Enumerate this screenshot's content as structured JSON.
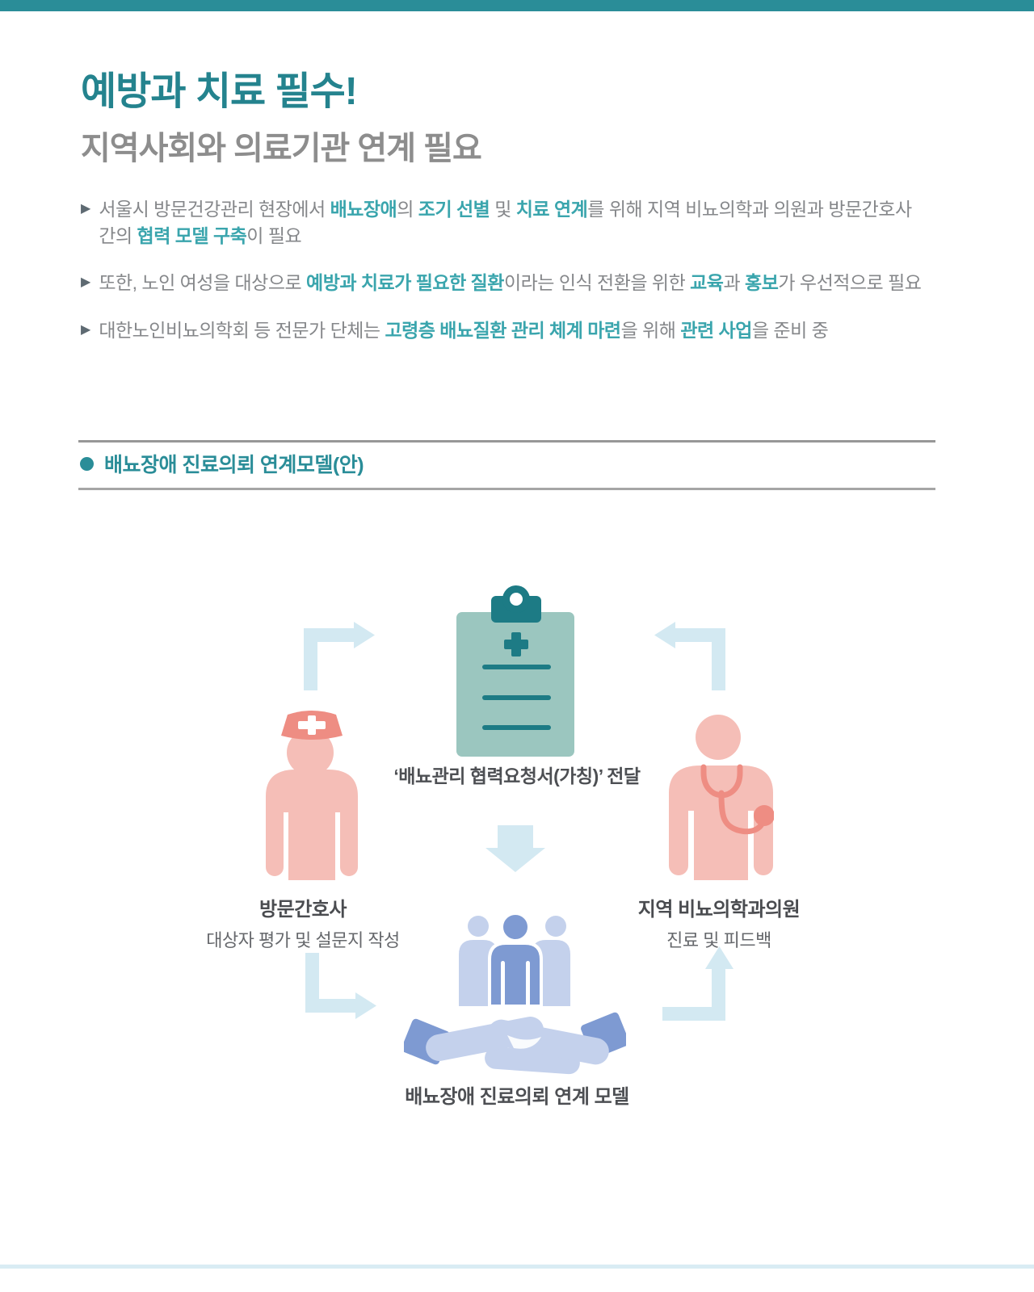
{
  "header": {
    "title": "예방과 치료 필수!",
    "subtitle": "지역사회와 의료기관 연계 필요"
  },
  "bullets": [
    {
      "segments": [
        {
          "text": "서울시 방문건강관리 현장에서 "
        },
        {
          "text": "배뇨장애",
          "em": true
        },
        {
          "text": "의 "
        },
        {
          "text": "조기 선별",
          "em": true
        },
        {
          "text": " 및 "
        },
        {
          "text": "치료 연계",
          "em": true
        },
        {
          "text": "를 위해 지역 비뇨의학과 의원과 방문간호사 간의 "
        },
        {
          "text": "협력 모델 구축",
          "em": true
        },
        {
          "text": "이 필요"
        }
      ]
    },
    {
      "segments": [
        {
          "text": "또한, 노인 여성을 대상으로 "
        },
        {
          "text": "예방과 치료가 필요한 질환",
          "em": true
        },
        {
          "text": "이라는 인식 전환을 위한 "
        },
        {
          "text": "교육",
          "em": true
        },
        {
          "text": "과 "
        },
        {
          "text": "홍보",
          "em": true
        },
        {
          "text": "가 우선적으로 필요"
        }
      ]
    },
    {
      "segments": [
        {
          "text": "대한노인비뇨의학회 등 전문가 단체는 "
        },
        {
          "text": "고령층 배뇨질환 관리 체계 마련",
          "em": true
        },
        {
          "text": "을 위해 "
        },
        {
          "text": "관련 사업",
          "em": true
        },
        {
          "text": "을 준비 중"
        }
      ]
    }
  ],
  "section": {
    "heading": "배뇨장애 진료의뢰 연계모델(안)"
  },
  "diagram": {
    "request_label": "‘배뇨관리 협력요청서(가칭)’ 전달",
    "nurse_title": "방문간호사",
    "nurse_desc": "대상자 평가 및 설문지 작성",
    "doctor_title": "지역 비뇨의학과의원",
    "doctor_desc": "진료 및 피드백",
    "model_label": "배뇨장애 진료의뢰 연계 모델",
    "icons": [
      "clipboard-icon",
      "nurse-icon",
      "doctor-icon",
      "people-group-icon",
      "handshake-icon",
      "arrow-right-icon",
      "arrow-left-icon",
      "arrow-down-icon",
      "arrow-up-icon"
    ]
  },
  "colors": {
    "accent_teal": "#2a8d98",
    "title_teal": "#24838e",
    "em_teal": "#3aa5ad",
    "subtitle_gray": "#8d8d8d",
    "body_gray": "#85878a",
    "label_dark": "#4a4c50",
    "clipboard_light": "#9bc6bf",
    "clipboard_dark": "#1d7b85",
    "figure_pink": "#f5beb7",
    "figure_pink_dark": "#ee8d83",
    "people_blue": "#7e9ad2",
    "people_blue_light": "#c4d1ec",
    "arrow_blue": "#d3e9f2"
  }
}
